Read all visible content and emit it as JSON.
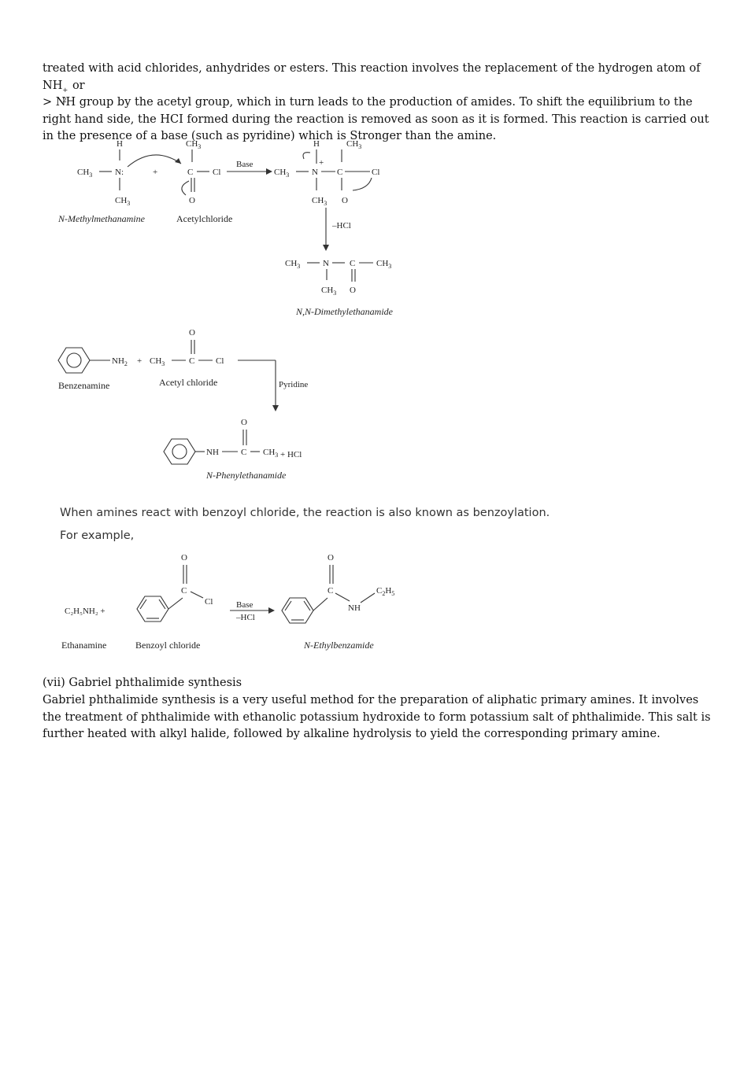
{
  "intro": {
    "line1_a": "treated with acid chlorides, anhydrides or esters. This reaction involves the replacement of the hydrogen atom of ",
    "nh2plus": "NH",
    "sub2": "2",
    "sup_plus": "+",
    "line1_b": " or",
    "rest": "> NH group by the acetyl group, which in turn leads to the production of amides. To shift the equilibrium to the right hand side, the HCI formed during the reaction is removed as soon as it is formed. This reaction is carried out in the presence of a base (such as pyridine) which is Stronger than the amine."
  },
  "scheme1": {
    "amine": "N-Methylmethanamine",
    "chloride": "Acetylchloride",
    "base": "Base",
    "minus_hcl": "–HCl",
    "product": "N,N-Dimethylethanamide"
  },
  "scheme2": {
    "amine": "Benzenamine",
    "chloride": "Acetyl chloride",
    "pyridine": "Pyridine",
    "product": "N-Phenylethanamide"
  },
  "benzoylation": {
    "line1": "When amines react with benzoyl chloride, the reaction is also known as benzoylation.",
    "line2": "For example,"
  },
  "scheme3": {
    "amine_formula": "C₂H₅NH₂  +",
    "amine": "Ethanamine",
    "chloride": "Benzoyl chloride",
    "base": "Base",
    "minus_hcl": "–HCl",
    "product": "N-Ethylbenzamide"
  },
  "section": {
    "title": "(vii) Gabriel phthalimide synthesis",
    "body": "Gabriel phthalimide synthesis is a very useful method for the preparation of aliphatic primary amines. It involves the treatment of phthalimide with ethanolic potassium hydroxide to form potassium salt of phthalimide. This salt is further heated with alkyl halide, followed by alkaline hydrolysis to yield the corresponding primary amine."
  }
}
